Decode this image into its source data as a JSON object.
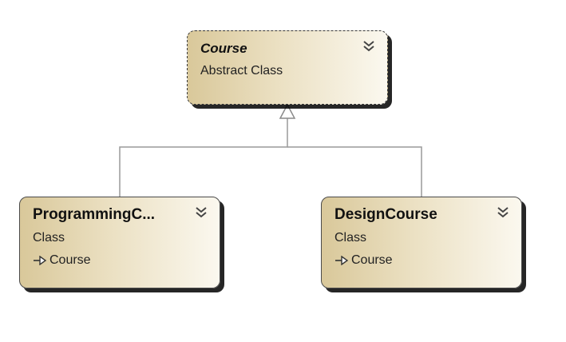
{
  "diagram": {
    "base": {
      "name": "Course",
      "kind": "Abstract Class",
      "expander_icon": "double-chevron-down-icon"
    },
    "derived": [
      {
        "name": "ProgrammingC...",
        "kind": "Class",
        "base_name": "Course",
        "inheritance_icon": "inherits-arrow-icon",
        "expander_icon": "double-chevron-down-icon"
      },
      {
        "name": "DesignCourse",
        "kind": "Class",
        "base_name": "Course",
        "inheritance_icon": "inherits-arrow-icon",
        "expander_icon": "double-chevron-down-icon"
      }
    ],
    "colors": {
      "shape_fill_dark": "#d9c89a",
      "shape_fill_light": "#fbf8ef",
      "connector": "#9a9a9a"
    }
  }
}
